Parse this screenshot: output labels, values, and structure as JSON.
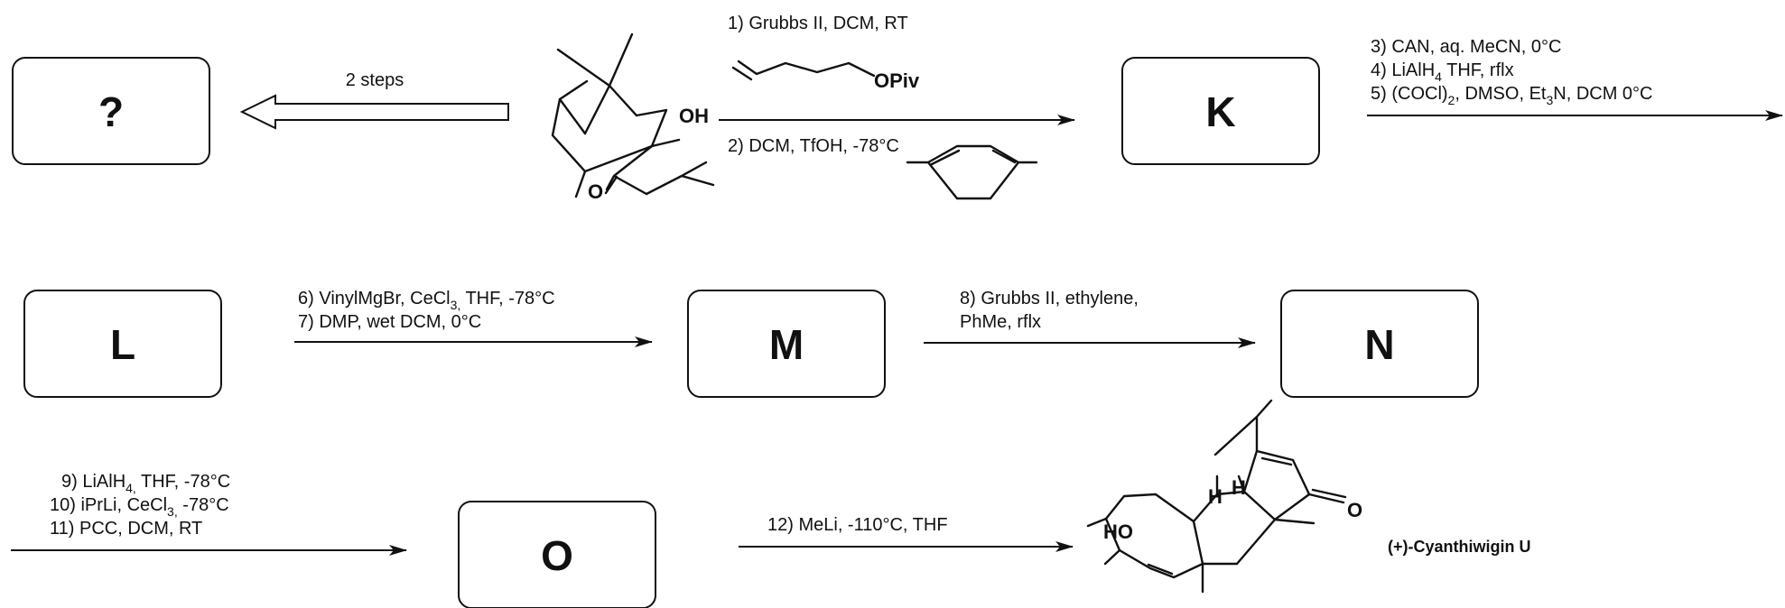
{
  "unknown_box": {
    "label": "?"
  },
  "retro_arrow": {
    "label": "2 steps"
  },
  "start_material": {
    "oh": "OH",
    "o": "O"
  },
  "step_1_2": {
    "line1": "1) Grubbs II, DCM, RT",
    "reagent_label": "OPiv",
    "line2": "2) DCM, TfOH, -78°C"
  },
  "box_K": {
    "label": "K"
  },
  "step_3_5": {
    "line3": "3) CAN, aq. MeCN, 0°C",
    "line4_a": "4) LiAlH",
    "line4_sub": "4",
    "line4_b": " THF, rflx",
    "line5_a": "5) (COCl)",
    "line5_sub1": "2",
    "line5_b": ", DMSO, Et",
    "line5_sub2": "3",
    "line5_c": "N, DCM 0°C"
  },
  "box_L": {
    "label": "L"
  },
  "step_6_7": {
    "line6_a": "6) VinylMgBr, CeCl",
    "line6_sub": "3,",
    "line6_b": " THF, -78°C",
    "line7": "7) DMP, wet DCM, 0°C"
  },
  "box_M": {
    "label": "M"
  },
  "step_8": {
    "line1": "8) Grubbs II, ethylene,",
    "line2": "PhMe, rflx"
  },
  "box_N": {
    "label": "N"
  },
  "step_9_11": {
    "line9_a": "9) LiAlH",
    "line9_sub": "4,",
    "line9_b": " THF, -78°C",
    "line10_a": "10) iPrLi, CeCl",
    "line10_sub": "3,",
    "line10_b": " -78°C",
    "line11": "11) PCC, DCM, RT"
  },
  "box_O": {
    "label": "O"
  },
  "step_12": {
    "label": "12) MeLi, -110°C, THF"
  },
  "product": {
    "name": "(+)-Cyanthiwigin U",
    "ho": "HO",
    "o": "O",
    "h1": "H",
    "h2": "H"
  }
}
